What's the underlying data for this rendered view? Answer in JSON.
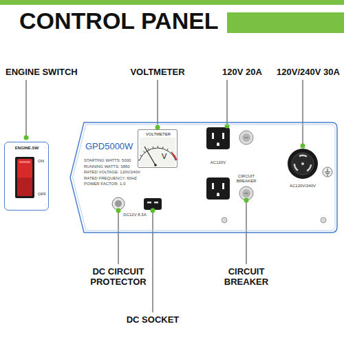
{
  "diagram": {
    "title": "CONTROL PANEL",
    "nodes": [
      {
        "text": [
          "ENGINE.SW",
          "ON",
          "OFF"
        ]
      },
      {
        "text": [
          "GPD5000W",
          "STARTING WATTS: 5000",
          "RUNNING WATTS: 3850",
          "RATED VOLTAGE: 120V/240V",
          "RATED FREQUENCY: 60HZ",
          "POWER FACTOR: 1.0"
        ]
      },
      {
        "text": [
          "VOLTMETER",
          "V"
        ],
        "in": 1
      }
    ],
    "labels": [
      "ENGINE SWITCH",
      "VOLTMETER",
      "120V 20A",
      "120V/240V 30A",
      "AC120V",
      "CIRCUIT BREAKER",
      "AC120V/240V",
      "DC12V 8.3A",
      "DC CIRCUIT PROTECTOR",
      "CIRCUIT BREAKER",
      "DC SOCKET"
    ]
  }
}
